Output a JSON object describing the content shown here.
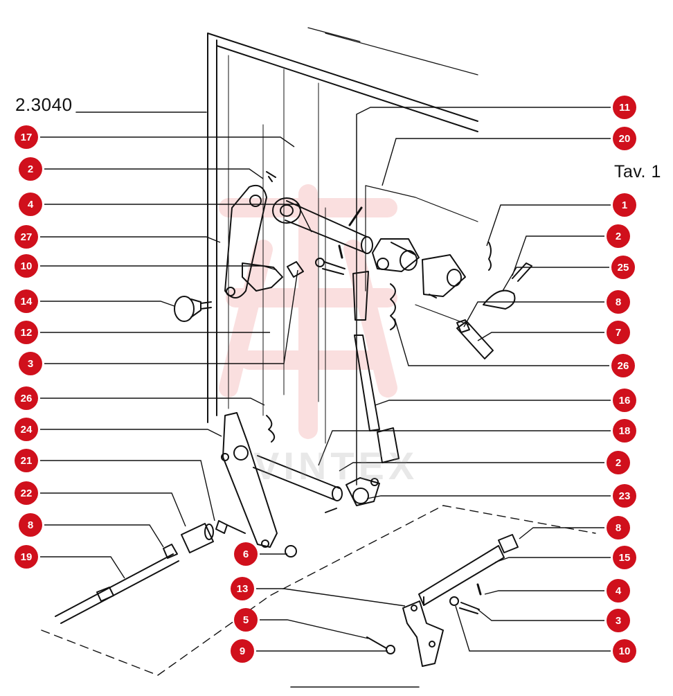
{
  "diagram": {
    "reference_code": "2.3040",
    "table_label": "Tav.  1",
    "watermark": "VINTEX",
    "badge_color": "#d0101c",
    "callouts": [
      {
        "side": "left",
        "label": "17"
      },
      {
        "side": "left",
        "label": "2"
      },
      {
        "side": "left",
        "label": "4"
      },
      {
        "side": "left",
        "label": "27"
      },
      {
        "side": "left",
        "label": "10"
      },
      {
        "side": "left",
        "label": "14"
      },
      {
        "side": "left",
        "label": "12"
      },
      {
        "side": "left",
        "label": "3"
      },
      {
        "side": "left",
        "label": "26"
      },
      {
        "side": "left",
        "label": "24"
      },
      {
        "side": "left",
        "label": "21"
      },
      {
        "side": "left",
        "label": "22"
      },
      {
        "side": "left",
        "label": "8"
      },
      {
        "side": "left",
        "label": "19"
      },
      {
        "side": "center",
        "label": "6"
      },
      {
        "side": "center",
        "label": "13"
      },
      {
        "side": "center",
        "label": "5"
      },
      {
        "side": "center",
        "label": "9"
      },
      {
        "side": "right",
        "label": "11"
      },
      {
        "side": "right",
        "label": "20"
      },
      {
        "side": "right",
        "label": "1"
      },
      {
        "side": "right",
        "label": "2"
      },
      {
        "side": "right",
        "label": "25"
      },
      {
        "side": "right",
        "label": "8"
      },
      {
        "side": "right",
        "label": "7"
      },
      {
        "side": "right",
        "label": "26"
      },
      {
        "side": "right",
        "label": "16"
      },
      {
        "side": "right",
        "label": "18"
      },
      {
        "side": "right",
        "label": "2"
      },
      {
        "side": "right",
        "label": "23"
      },
      {
        "side": "right",
        "label": "8"
      },
      {
        "side": "right",
        "label": "15"
      },
      {
        "side": "right",
        "label": "4"
      },
      {
        "side": "right",
        "label": "3"
      },
      {
        "side": "right",
        "label": "10"
      }
    ]
  }
}
